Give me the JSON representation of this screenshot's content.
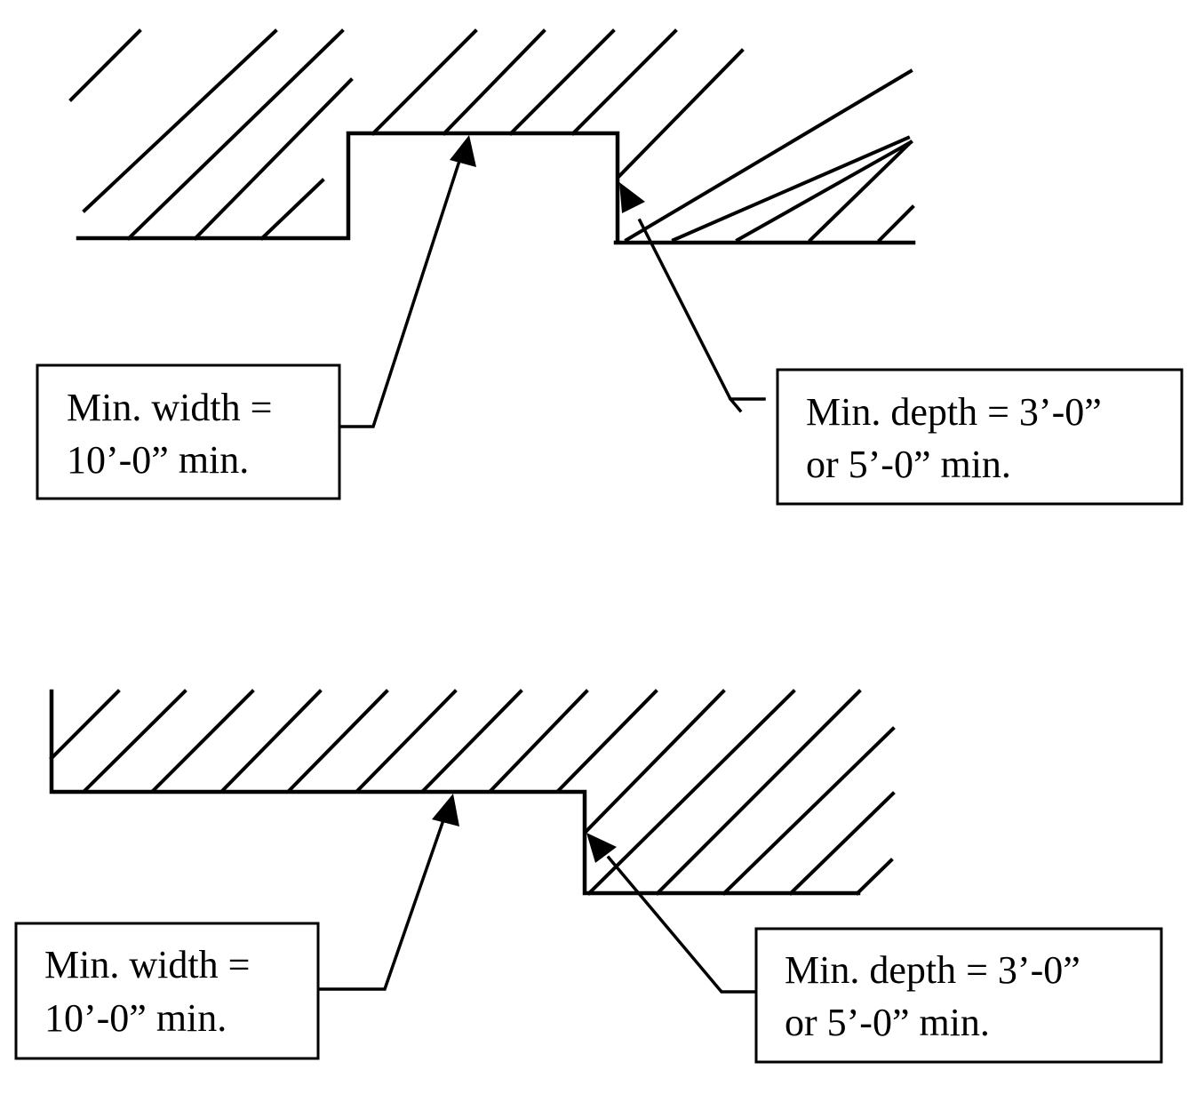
{
  "colors": {
    "ink": "#000000",
    "paper": "#ffffff"
  },
  "figures": [
    {
      "name": "top",
      "width_label": {
        "line1": "Min. width =",
        "line2": "10’-0” min."
      },
      "depth_label": {
        "line1": "Min. depth = 3’-0”",
        "line2": "or 5’-0” min."
      }
    },
    {
      "name": "bottom",
      "width_label": {
        "line1": "Min. width =",
        "line2": "10’-0” min."
      },
      "depth_label": {
        "line1": "Min. depth = 3’-0”",
        "line2": "or 5’-0” min."
      }
    }
  ]
}
